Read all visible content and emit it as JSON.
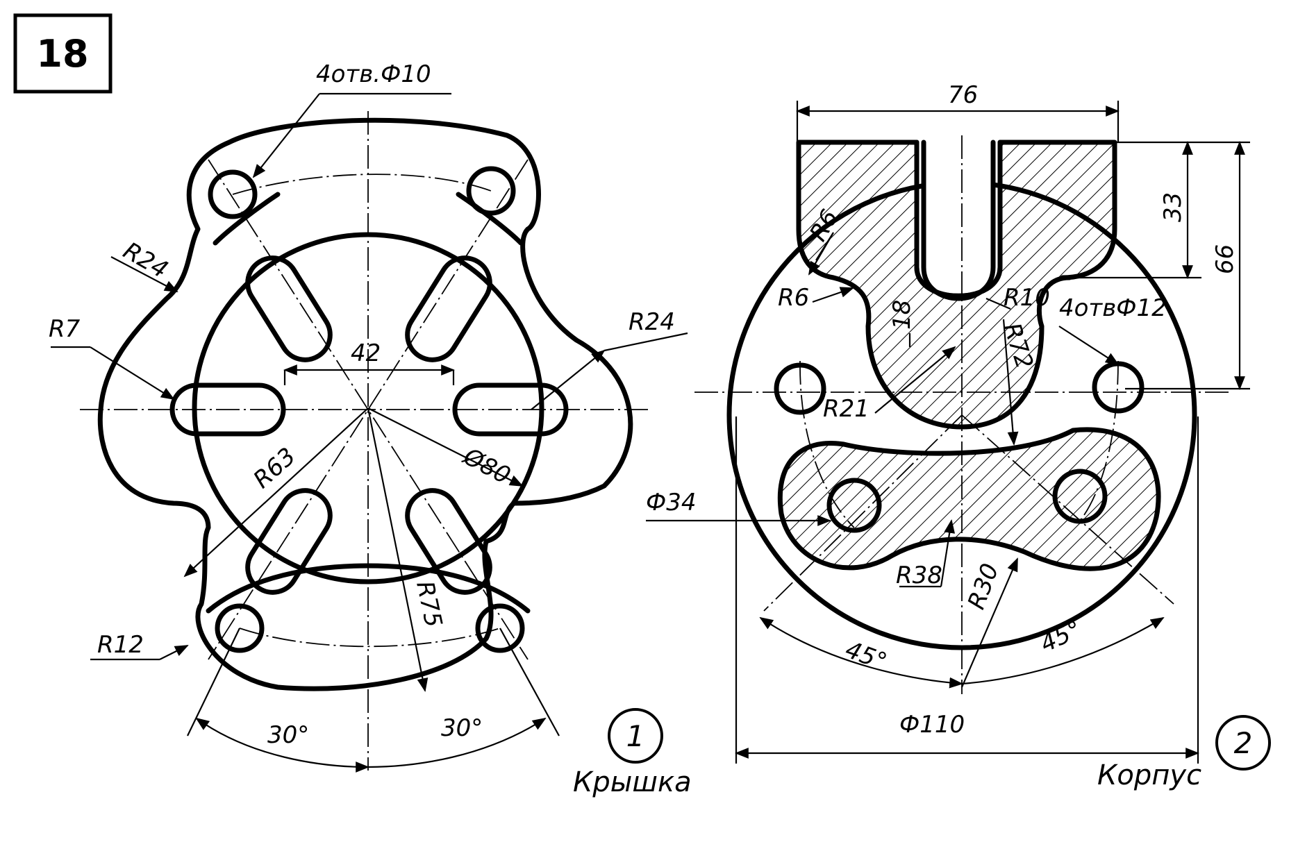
{
  "sheet_number": "18",
  "parts": [
    {
      "number": "1",
      "name": "Крышка",
      "labels": {
        "holes": "4отв.Ф10",
        "r24_left": "R24",
        "r24_right": "R24",
        "r7": "R7",
        "d42": "42",
        "r63": "R63",
        "d80": "Ø80",
        "r75": "R75",
        "r12": "R12",
        "ang_left": "30°",
        "ang_right": "30°"
      }
    },
    {
      "number": "2",
      "name": "Корпус",
      "labels": {
        "d76": "76",
        "d33": "33",
        "d66": "66",
        "r6_top": "R6",
        "r6_left": "R6",
        "r10": "R10",
        "d18": "18",
        "r72": "R72",
        "holes": "4отвФ12",
        "r21": "R21",
        "d34": "Ф34",
        "r38": "R38",
        "r30": "R30",
        "ang_left": "45°",
        "ang_right": "45°",
        "d110": "Ф110"
      }
    }
  ]
}
